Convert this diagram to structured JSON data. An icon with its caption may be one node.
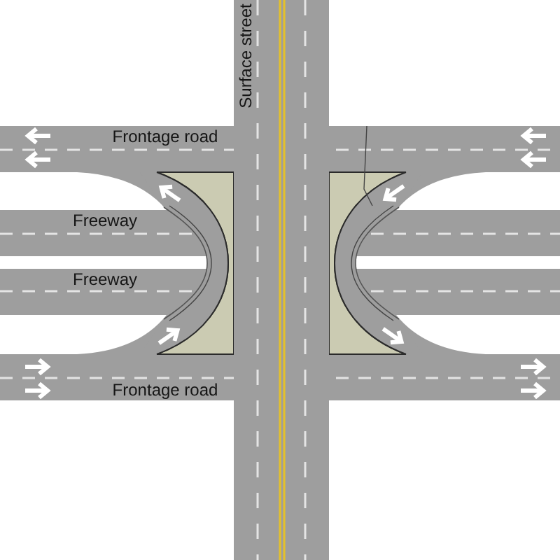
{
  "diagram": {
    "labels": [
      "Surface street",
      "Frontage road",
      "Freeway",
      "Freeway",
      "Frontage road"
    ]
  }
}
